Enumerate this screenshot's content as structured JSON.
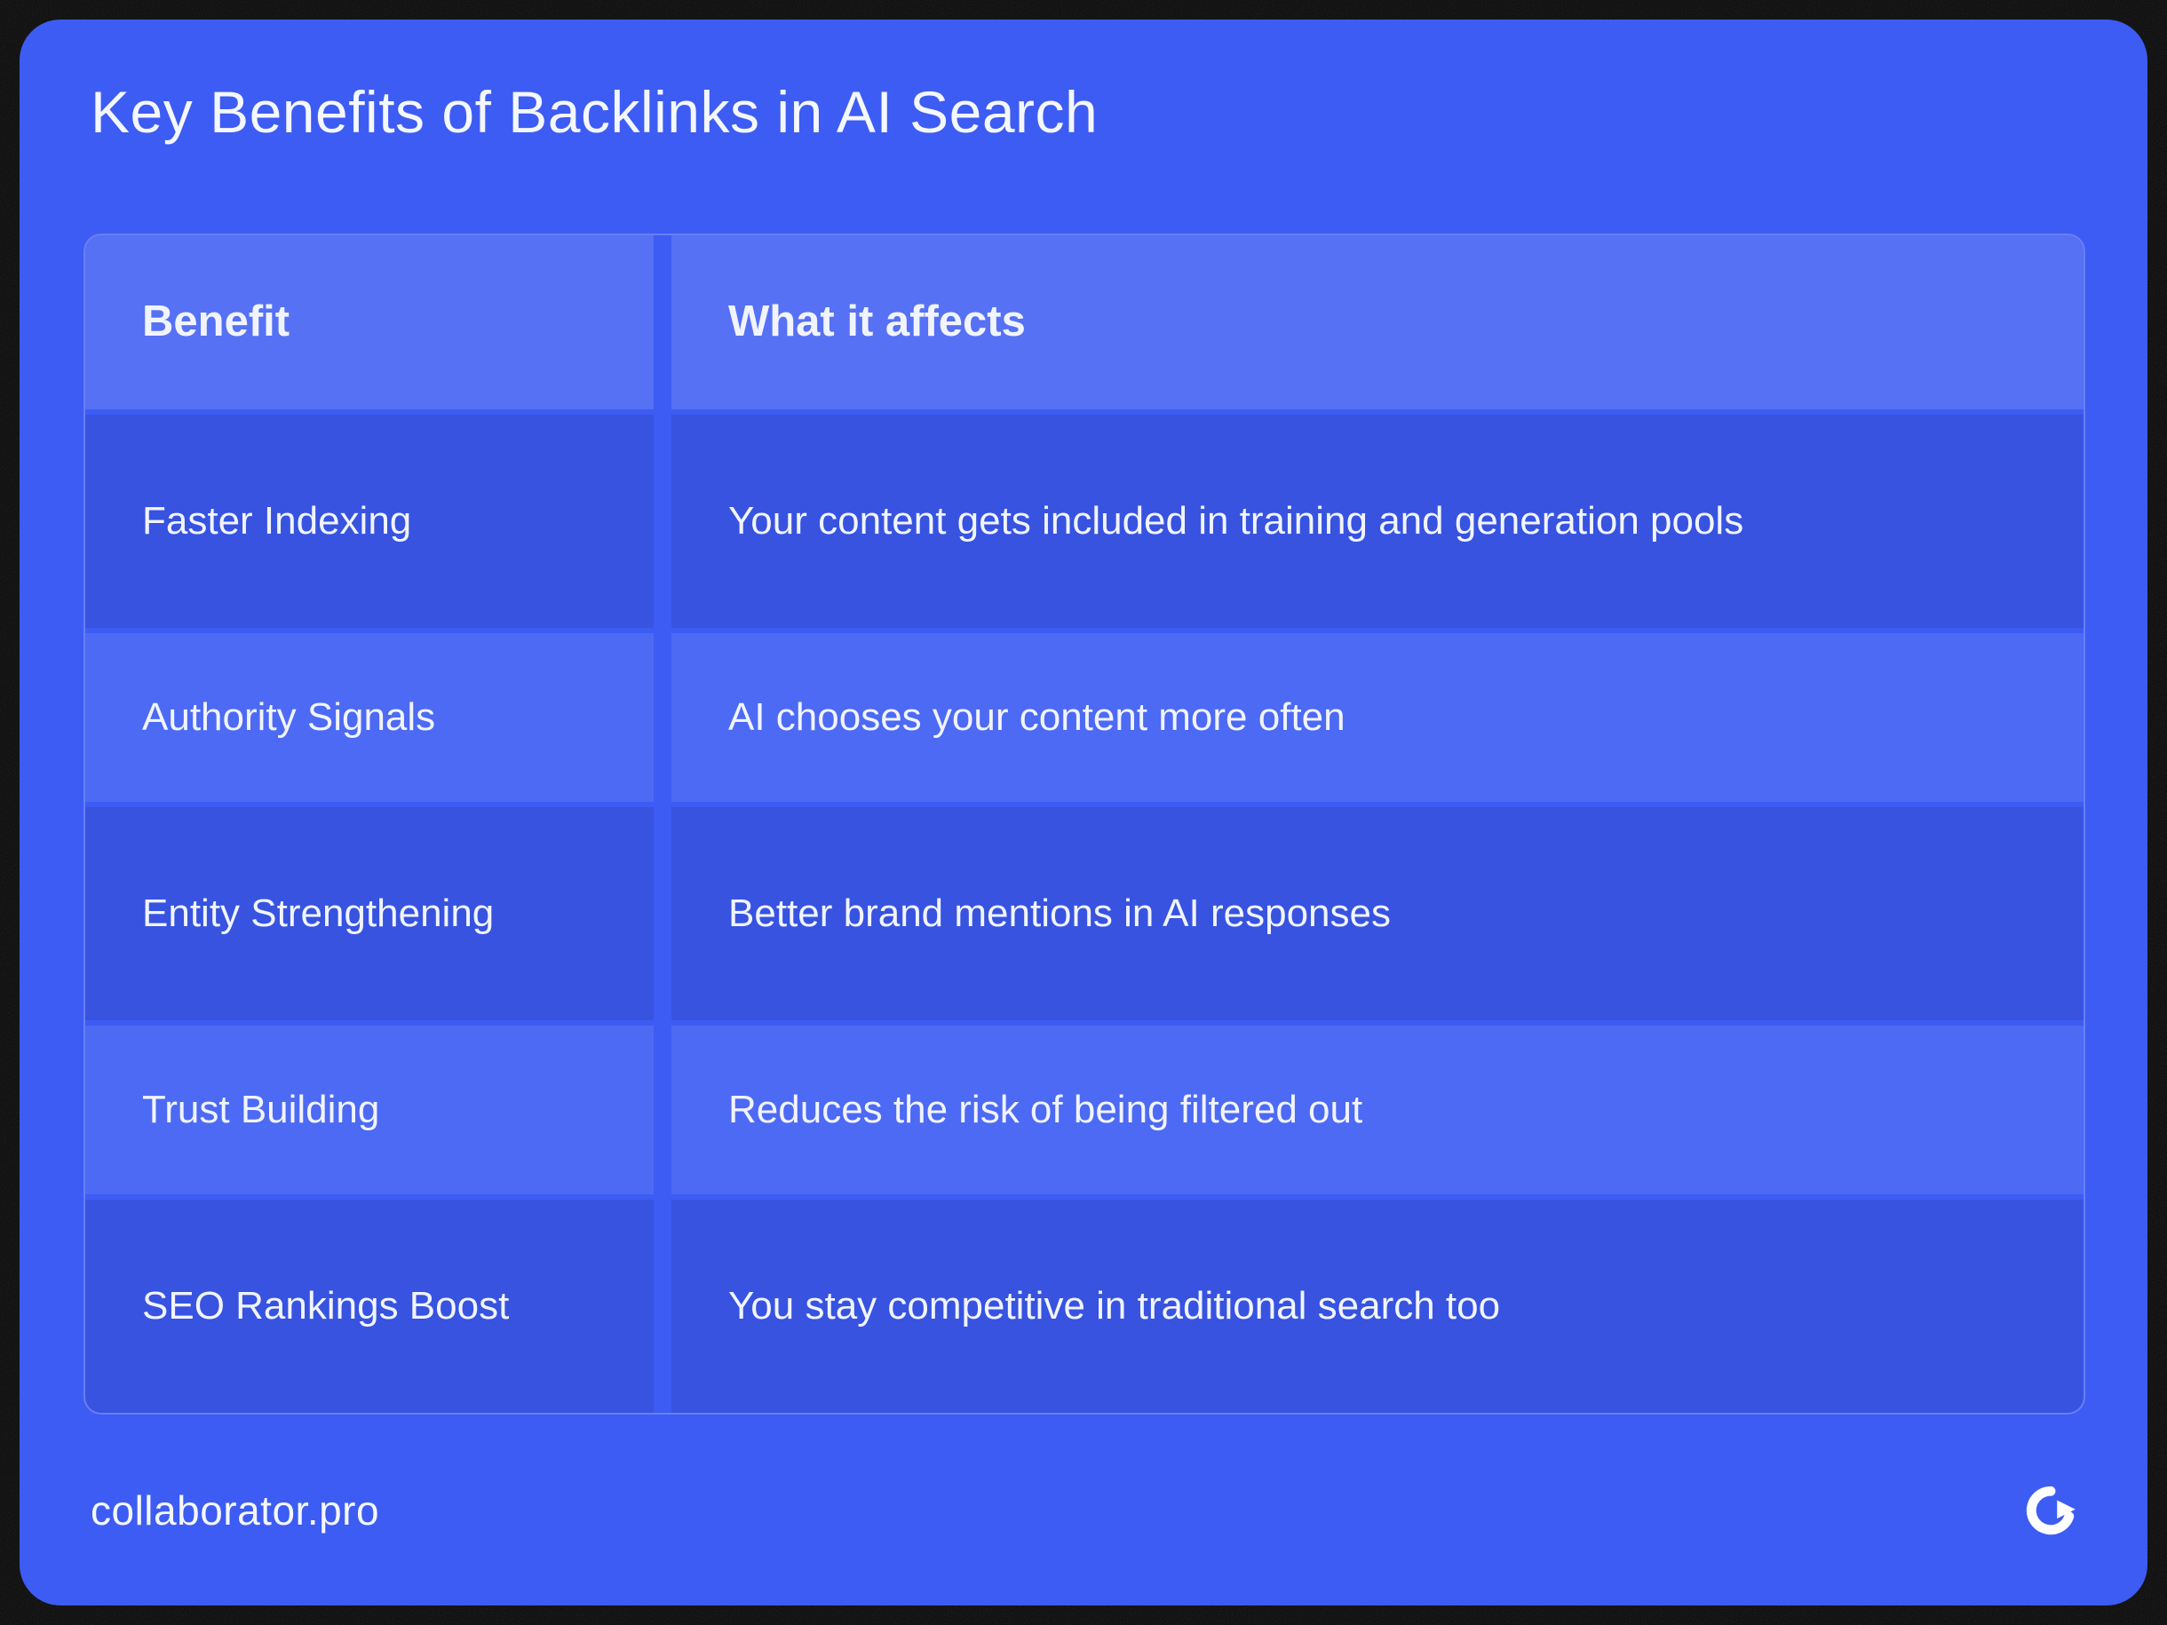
{
  "title": "Key Benefits of Backlinks in AI Search",
  "footer": {
    "site": "collaborator.pro",
    "logo": "collaborator-logo-icon"
  },
  "colors": {
    "card_blue": "#3D5CF3",
    "frame_black": "#070707",
    "text_white": "#F1F4FF",
    "header_row_overlay": "rgba(255,255,255,0.13)",
    "light_row_overlay": "rgba(255,255,255,0.085)",
    "dark_row_overlay": "rgba(14,24,88,0.12)"
  },
  "chart_data": {
    "type": "table",
    "title": "Key Benefits of Backlinks in AI Search",
    "columns": [
      "Benefit",
      "What it affects"
    ],
    "rows": [
      [
        "Faster Indexing",
        "Your content gets included in training and generation pools"
      ],
      [
        "Authority Signals",
        "AI chooses your content more often"
      ],
      [
        "Entity Strengthening",
        "Better brand mentions in AI responses"
      ],
      [
        "Trust Building",
        "Reduces the risk of being filtered out"
      ],
      [
        "SEO Rankings Boost",
        "You stay competitive in traditional search too"
      ]
    ]
  }
}
